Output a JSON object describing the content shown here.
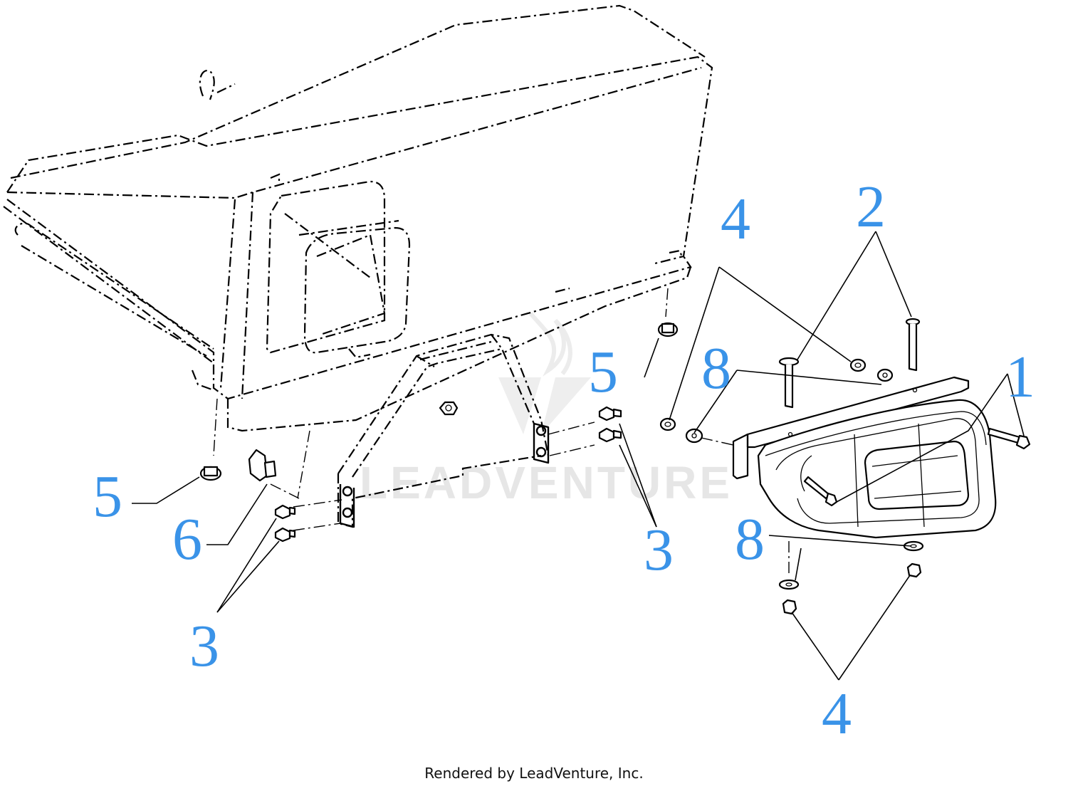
{
  "diagram": {
    "callouts": [
      {
        "id": "c1",
        "label": "1"
      },
      {
        "id": "c2",
        "label": "2"
      },
      {
        "id": "c3a",
        "label": "3"
      },
      {
        "id": "c3b",
        "label": "3"
      },
      {
        "id": "c4a",
        "label": "4"
      },
      {
        "id": "c4b",
        "label": "4"
      },
      {
        "id": "c5a",
        "label": "5"
      },
      {
        "id": "c5b",
        "label": "5"
      },
      {
        "id": "c6",
        "label": "6"
      },
      {
        "id": "c8a",
        "label": "8"
      },
      {
        "id": "c8b",
        "label": "8"
      }
    ],
    "watermark": "LEADVENTURE",
    "footer": "Rendered by LeadVenture, Inc."
  },
  "colors": {
    "callout": "#3a93e8",
    "line": "#000000",
    "watermark": "#e6e6e6"
  }
}
